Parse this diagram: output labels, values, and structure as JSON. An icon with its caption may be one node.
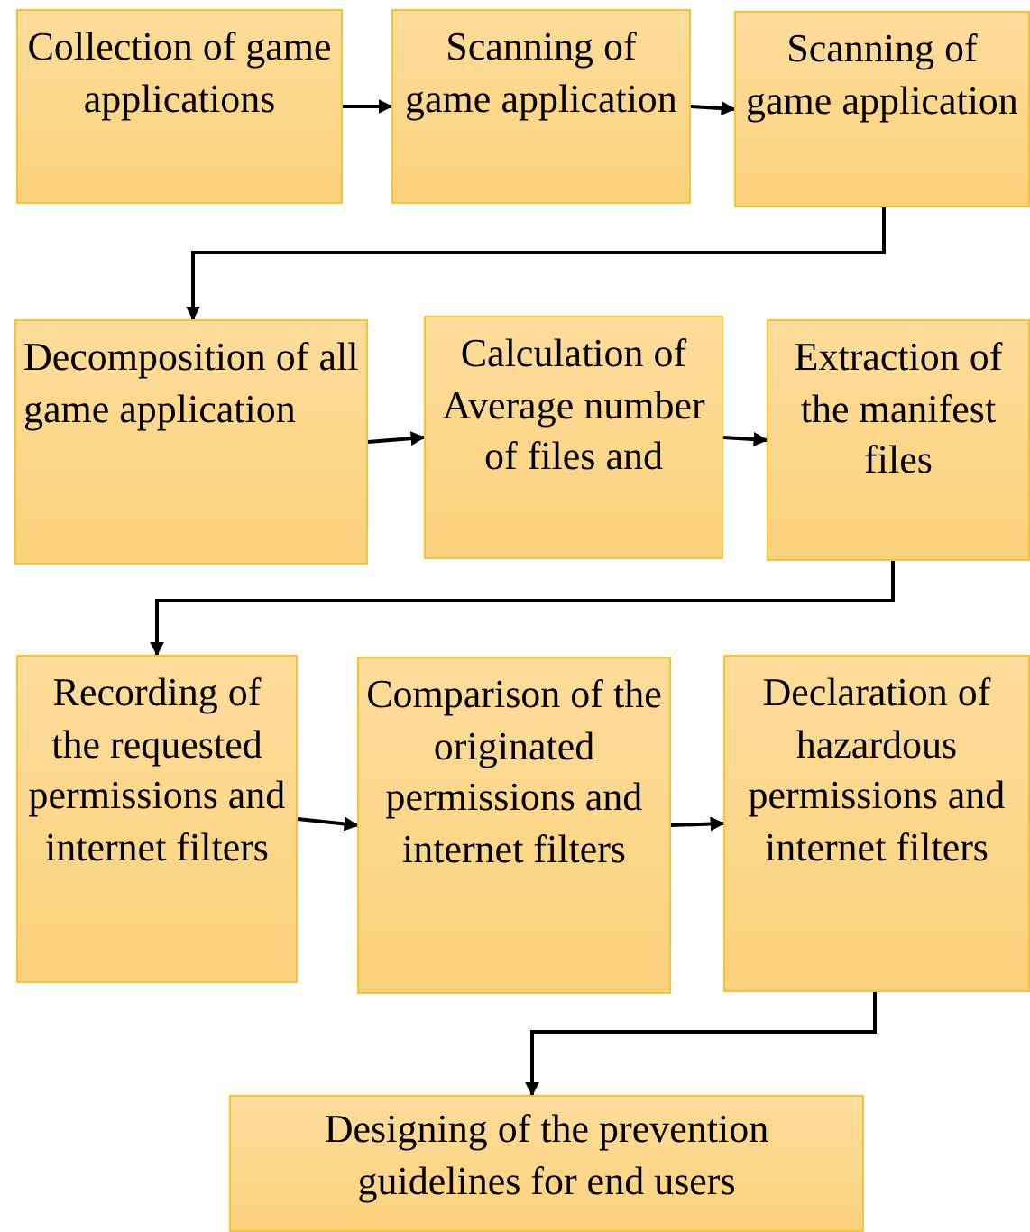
{
  "diagram": {
    "nodes": [
      {
        "text": [
          "Collection of game applications"
        ]
      },
      {
        "text": [
          "Scanning of game application"
        ]
      },
      {
        "text": [
          "Scanning of game application"
        ]
      },
      {
        "text": [
          "Decomposition of all game application"
        ]
      },
      {
        "text": [
          "Calculation of Average number of files and"
        ]
      },
      {
        "text": [
          "Extraction of the manifest files"
        ]
      },
      {
        "text": [
          "Recording of the requested permissions and internet filters"
        ]
      },
      {
        "text": [
          "Comparison of the originated permissions and internet filters"
        ]
      },
      {
        "text": [
          "Declaration of hazardous permissions and internet filters"
        ]
      },
      {
        "text": [
          "Designing of the prevention guidelines for end users"
        ]
      }
    ],
    "edges": [
      {
        "from": 0,
        "to": 1,
        "arrow": "to"
      },
      {
        "from": 1,
        "to": 2,
        "arrow": "to"
      },
      {
        "from": 2,
        "to": 3,
        "arrow": "to"
      },
      {
        "from": 3,
        "to": 4,
        "arrow": "to"
      },
      {
        "from": 4,
        "to": 5,
        "arrow": "to"
      },
      {
        "from": 5,
        "to": 6,
        "arrow": "to"
      },
      {
        "from": 6,
        "to": 7,
        "arrow": "to"
      },
      {
        "from": 7,
        "to": 8,
        "arrow": "to"
      },
      {
        "from": 8,
        "to": 9,
        "arrow": "to"
      }
    ]
  }
}
